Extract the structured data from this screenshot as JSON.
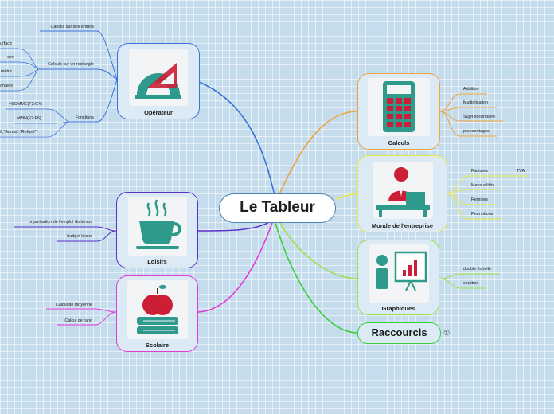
{
  "root": {
    "title": "Le Tableur"
  },
  "colors": {
    "operateur": "#3a73d8",
    "calculs": "#f0a23c",
    "monde": "#e8e83a",
    "graphiques": "#9be04a",
    "raccourcis": "#3ad03a",
    "loisirs": "#5a32c8",
    "scolaire": "#e03ad8",
    "icon_teal": "#2e9a8b",
    "icon_red": "#cc1f35"
  },
  "branches": {
    "operateur": {
      "label": "Opérateur",
      "icon": "protractor-set-square-icon",
      "children": [
        {
          "label": "Calculs sur des entiers"
        },
        {
          "label": "Calculs sur un rectangle",
          "children": [
            "urface",
            "aire",
            "mètre",
            "onales"
          ]
        },
        {
          "label": "Fonctions",
          "children": [
            "=SOMME(F2:C4)",
            "=MIN(F2:F6)",
            "0;\"Admis\";\"Refusé\")"
          ]
        }
      ]
    },
    "calculs": {
      "label": "Calculs",
      "icon": "calculator-icon",
      "children": [
        "Addition",
        "Multiplicaiton",
        "Sujet secondaire",
        "pourcentages"
      ]
    },
    "monde": {
      "label": "Monde de l'entreprise",
      "icon": "businessman-desk-icon",
      "children": [
        {
          "label": "Factures",
          "children": [
            "TVA"
          ]
        },
        {
          "label": "Mensualités"
        },
        {
          "label": "Remises"
        },
        {
          "label": "Promotions"
        }
      ]
    },
    "graphiques": {
      "label": "Graphiques",
      "icon": "presentation-chart-icon",
      "children": [
        "double échelle",
        "courbes"
      ]
    },
    "raccourcis": {
      "label": "Raccourcis",
      "marker": "①"
    },
    "loisirs": {
      "label": "Loisirs",
      "icon": "coffee-cup-icon",
      "children": [
        "organisation de l'emploi du temps",
        "budget loisirs"
      ]
    },
    "scolaire": {
      "label": "Scolaire",
      "icon": "apple-books-icon",
      "children": [
        "Calcul de moyenne",
        "Calcul de rang"
      ]
    }
  }
}
